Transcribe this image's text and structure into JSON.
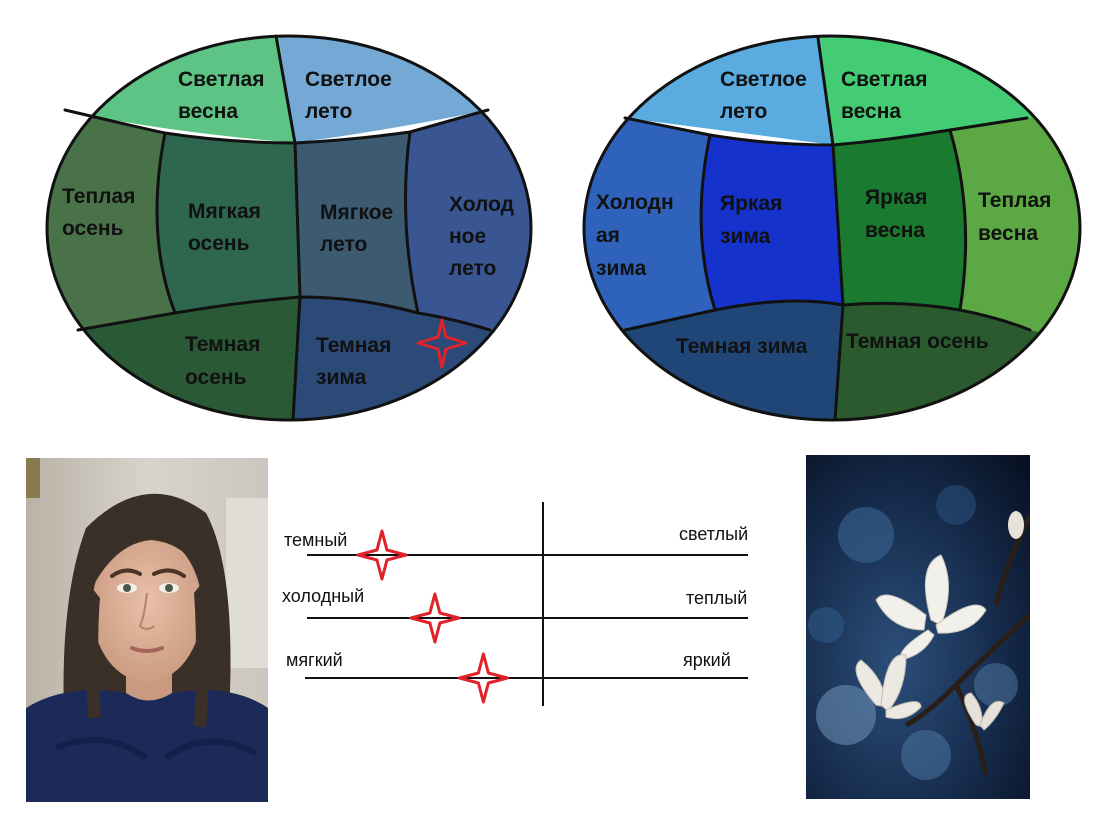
{
  "wheel_left": {
    "segments": [
      {
        "id": "light-spring",
        "lines": [
          "Светлая",
          "весна"
        ],
        "color": "#5ec486"
      },
      {
        "id": "light-summer",
        "lines": [
          "Светлое",
          "лето"
        ],
        "color": "#74a9d5"
      },
      {
        "id": "warm-autumn",
        "lines": [
          "Теплая",
          "осень"
        ],
        "color": "#4a7249"
      },
      {
        "id": "soft-autumn",
        "lines": [
          "Мягкая",
          "осень"
        ],
        "color": "#2e6650"
      },
      {
        "id": "soft-summer",
        "lines": [
          "Мягкое",
          "лето"
        ],
        "color": "#3c5a70"
      },
      {
        "id": "cool-summer",
        "lines": [
          "Холод",
          "ное",
          "лето"
        ],
        "color": "#3a5692"
      },
      {
        "id": "dark-autumn",
        "lines": [
          "Темная",
          "осень"
        ],
        "color": "#2a5a35"
      },
      {
        "id": "dark-winter",
        "lines": [
          "Темная",
          "зима"
        ],
        "color": "#2b4a78"
      }
    ]
  },
  "wheel_right": {
    "segments": [
      {
        "id": "light-summer",
        "lines": [
          "Светлое",
          "лето"
        ],
        "color": "#5aace0"
      },
      {
        "id": "light-spring",
        "lines": [
          "Светлая",
          "весна"
        ],
        "color": "#43cc73"
      },
      {
        "id": "cool-winter",
        "lines": [
          "Холодн",
          "ая",
          "зима"
        ],
        "color": "#2f63bb"
      },
      {
        "id": "bright-winter",
        "lines": [
          "Яркая",
          "зима"
        ],
        "color": "#1532cc"
      },
      {
        "id": "bright-spring",
        "lines": [
          "Яркая",
          "весна"
        ],
        "color": "#1a7a30"
      },
      {
        "id": "warm-spring",
        "lines": [
          "Теплая",
          "весна"
        ],
        "color": "#5ba844"
      },
      {
        "id": "dark-winter",
        "lines": [
          "Темная зима"
        ],
        "color": "#1f4677"
      },
      {
        "id": "dark-autumn",
        "lines": [
          "Темная осень"
        ],
        "color": "#2a5a2e"
      }
    ]
  },
  "scales": [
    {
      "left": "темный",
      "right": "светлый",
      "position": 0.17
    },
    {
      "left": "холодный",
      "right": "теплый",
      "position": 0.29
    },
    {
      "left": "мягкий",
      "right": "яркий",
      "position": 0.4
    }
  ],
  "marker_color": "#e0222a"
}
